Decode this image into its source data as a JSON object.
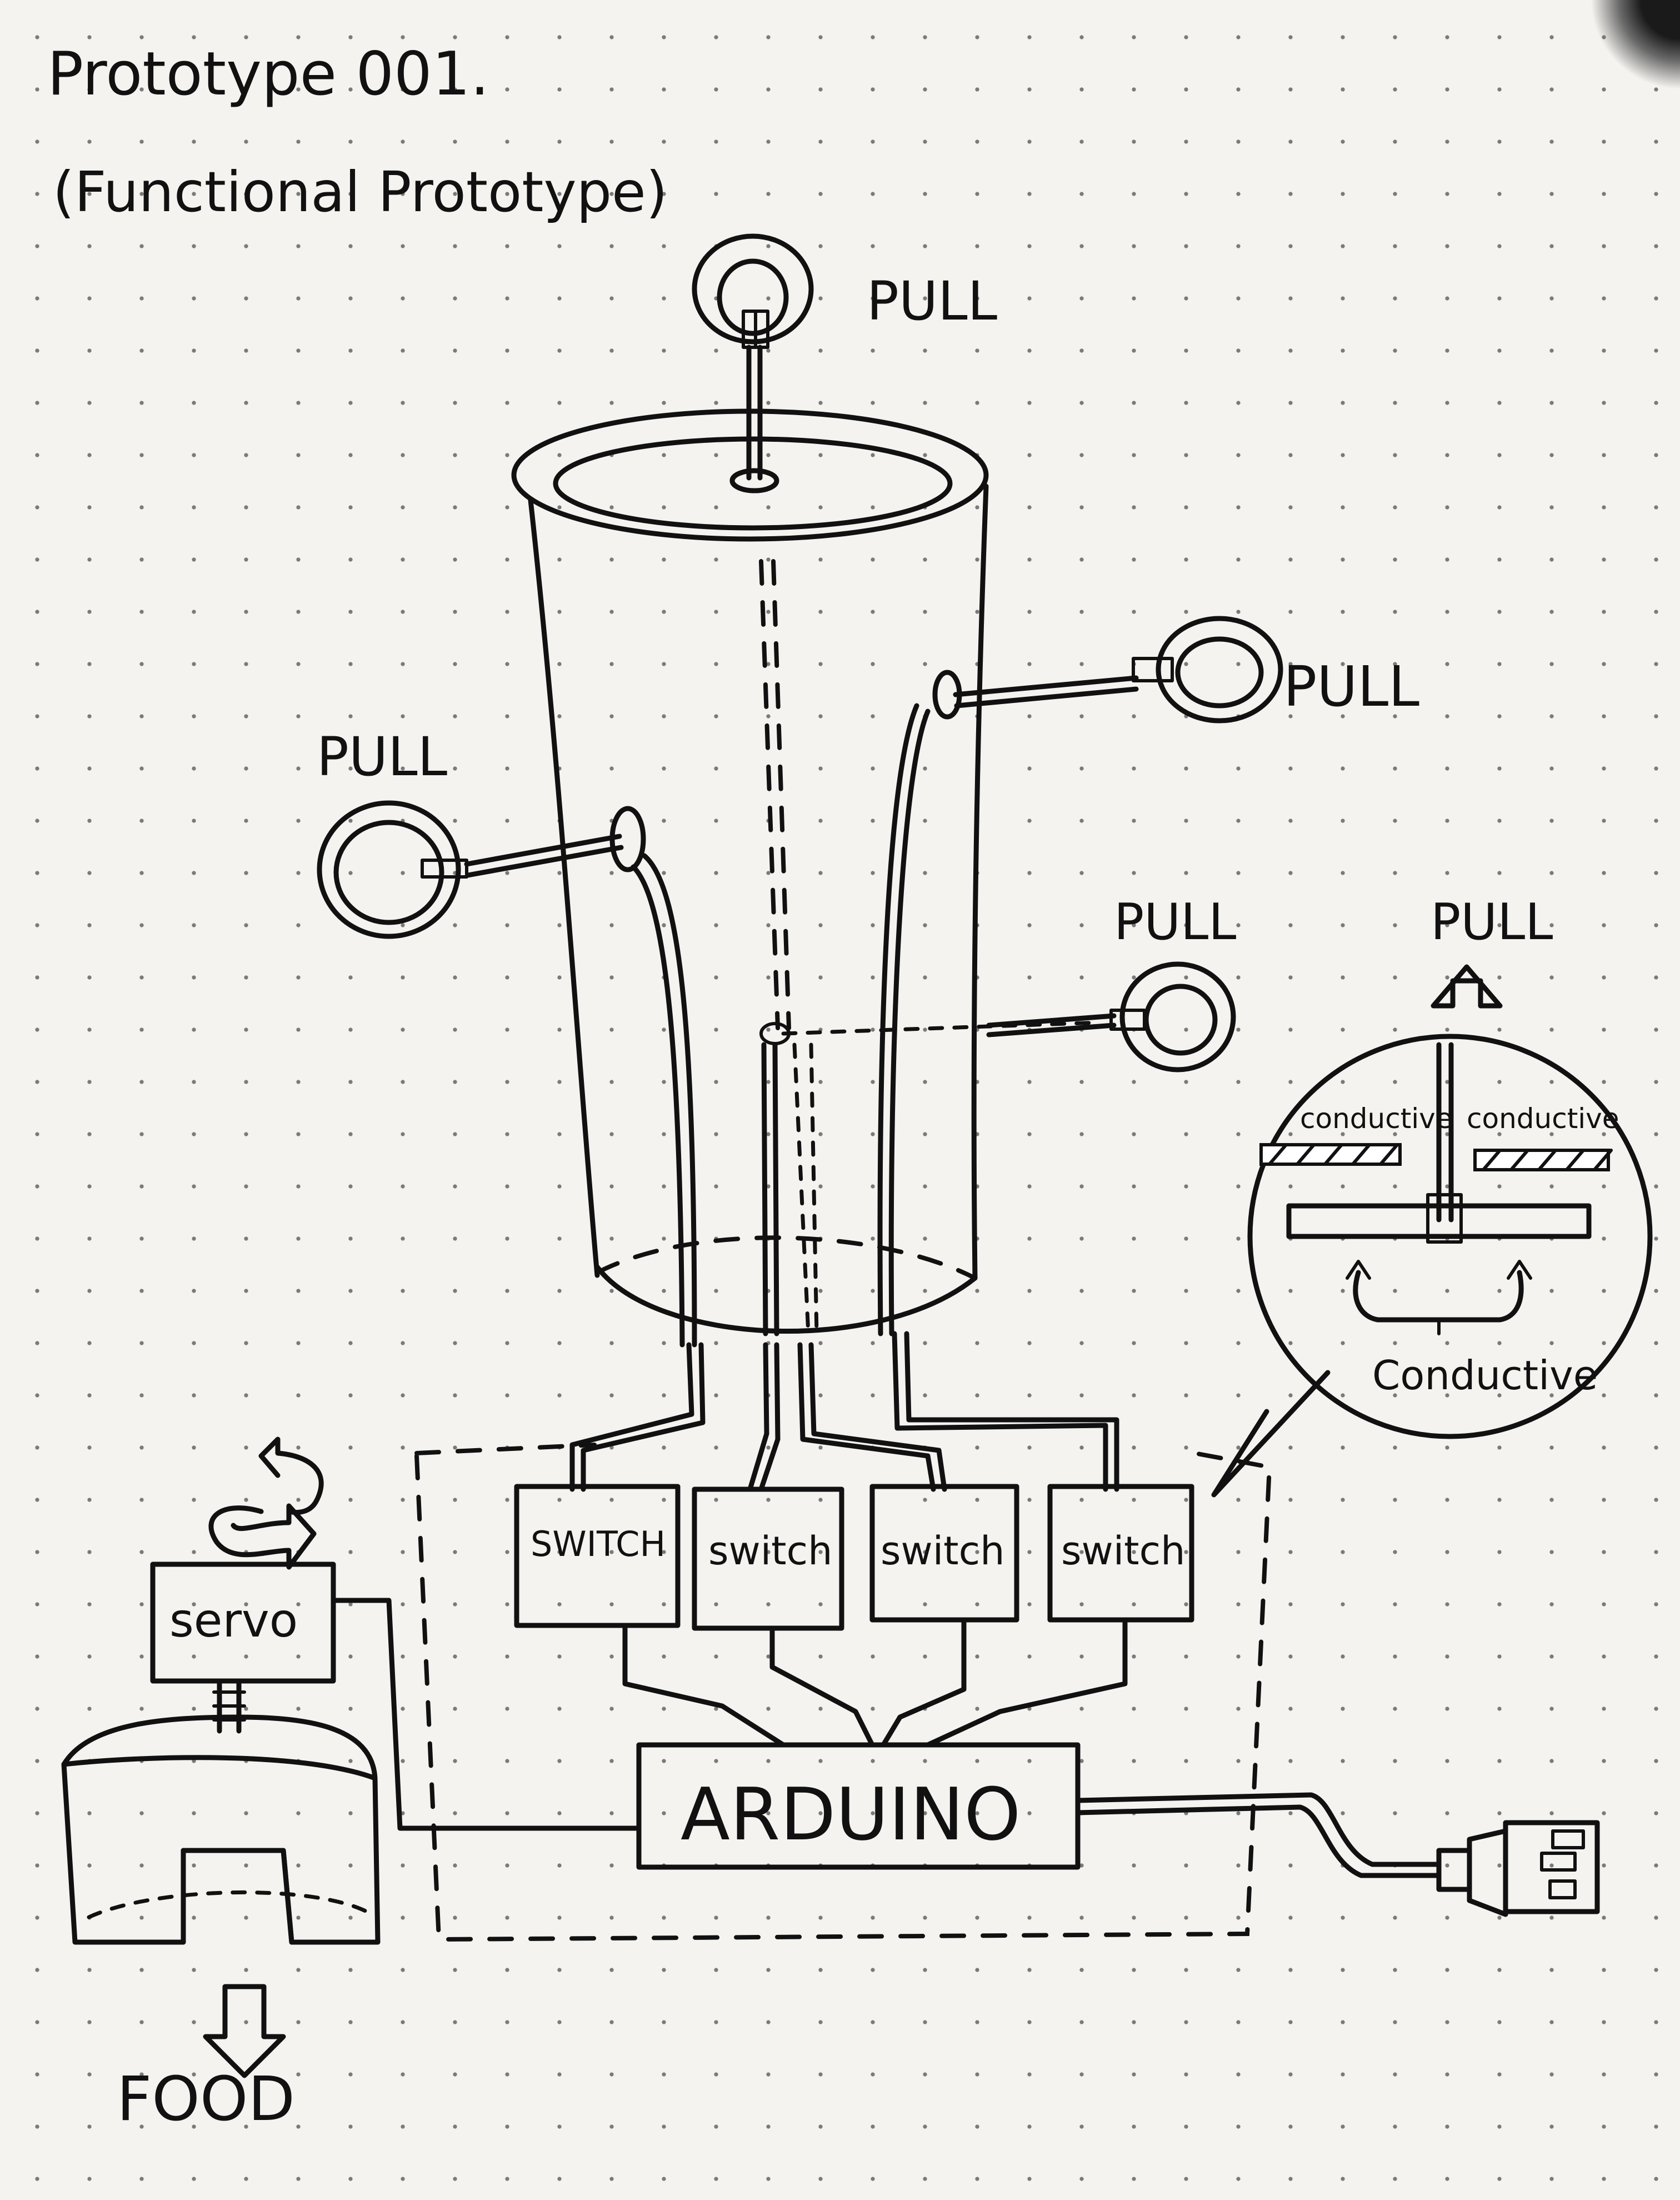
{
  "title": {
    "line1": "Prototype 001.",
    "line2": "(Functional Prototype)"
  },
  "pull_labels": [
    "PULL",
    "PULL",
    "PULL",
    "PULL",
    "PULL"
  ],
  "switches": [
    "SWITCH",
    "switch",
    "switch",
    "switch"
  ],
  "servo_label": "servo",
  "arduino_label": "ARDUINO",
  "food_label": "FOOD",
  "inset": {
    "left_label": "conductive",
    "right_label": "conductive",
    "bottom_label": "Conductive"
  }
}
